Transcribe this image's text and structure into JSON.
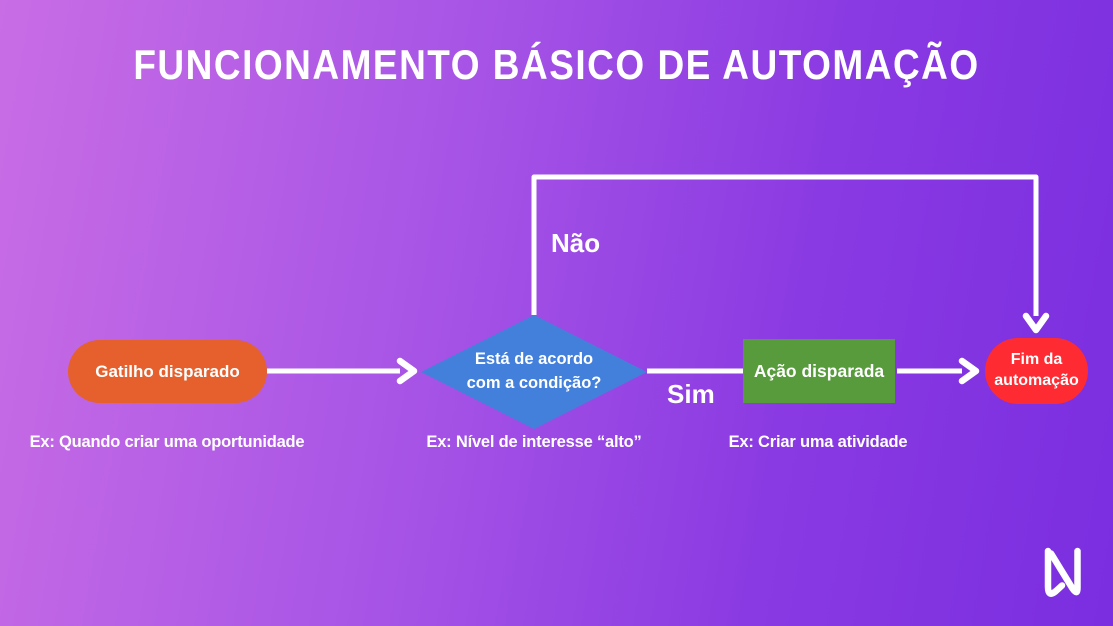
{
  "title": "FUNCIONAMENTO BÁSICO DE AUTOMAÇÃO",
  "flow": {
    "trigger": {
      "label": "Gatilho disparado",
      "example": "Ex: Quando criar uma oportunidade",
      "color": "#e5602d",
      "shape": "rounded-pill"
    },
    "condition": {
      "line1": "Está de acordo",
      "line2": "com a condição?",
      "example": "Ex: Nível de interesse “alto”",
      "color": "#4380dc",
      "shape": "diamond"
    },
    "action": {
      "label": "Ação disparada",
      "example": "Ex: Criar uma atividade",
      "color": "#579b3c",
      "shape": "rectangle"
    },
    "end": {
      "line1": "Fim da",
      "line2": "automação",
      "color": "#fe2b32",
      "shape": "rounded-pill"
    }
  },
  "edges": {
    "no_label": "Não",
    "yes_label": "Sim"
  },
  "icons": {
    "logo": "nectar-n-logo"
  },
  "colors": {
    "background_left": "#c96de5",
    "background_right": "#7a2ee0",
    "connector": "#ffffff",
    "text": "#ffffff"
  }
}
